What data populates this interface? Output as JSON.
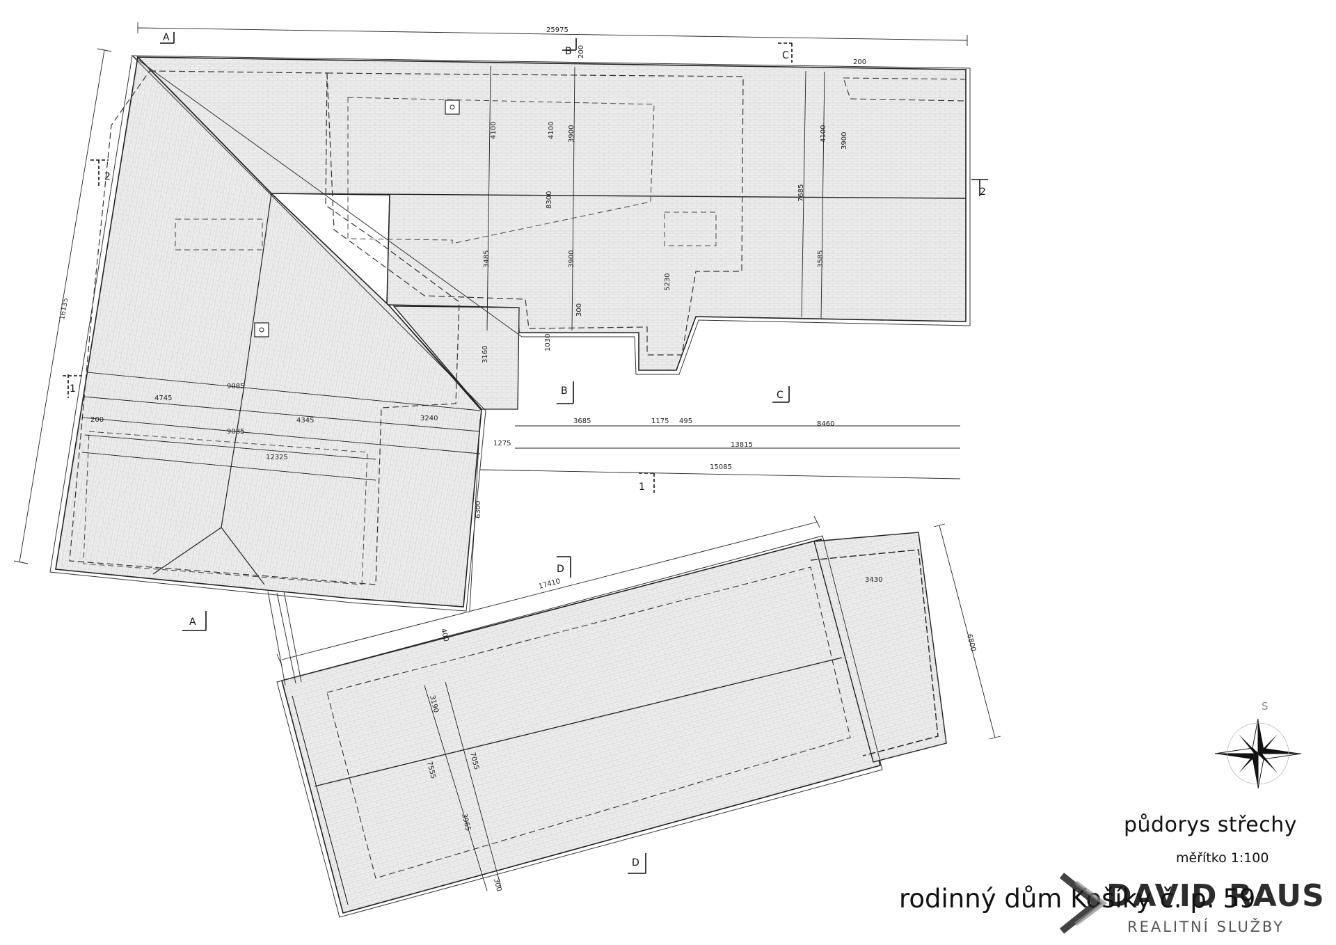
{
  "drawing": {
    "title": "půdorys střechy",
    "scale": "měřítko 1:100",
    "house": "rodinný dům Košíky č. p. 59",
    "compass_letter": "S"
  },
  "watermark": {
    "brand": "DAVID RAUS",
    "subtitle": "REALITNÍ SLUŽBY"
  },
  "section_marks": {
    "a": "A",
    "b": "B",
    "c": "C",
    "d": "D",
    "one": "1",
    "two": "2"
  },
  "dimensions": {
    "d25975": "25975",
    "d200a": "200",
    "d200b": "200",
    "d16135": "16135",
    "d4100a": "4100",
    "d4100b": "4100",
    "d4100c": "4100",
    "d3900a": "3900",
    "d3900b": "3900",
    "d3900c": "3900",
    "d8300": "8300",
    "d7685": "7685",
    "d3485": "3485",
    "d5230": "5230",
    "d3585": "3585",
    "d300a": "300",
    "d1030": "1030",
    "d3160": "3160",
    "d9085a": "9085",
    "d4745": "4745",
    "d4345": "4345",
    "d3240": "3240",
    "d200c": "200",
    "d9085b": "9085",
    "d12325": "12325",
    "d6300": "6300",
    "d3685": "3685",
    "d1175": "1175",
    "d495": "495",
    "d8460": "8460",
    "d1275": "1275",
    "d13815": "13815",
    "d15085": "15085",
    "d17410": "17410",
    "d3430": "3430",
    "d6800": "6800",
    "d400": "400",
    "d3190": "3190",
    "d7555": "7555",
    "d7055": "7055",
    "d3965": "3965",
    "d300b": "300"
  }
}
